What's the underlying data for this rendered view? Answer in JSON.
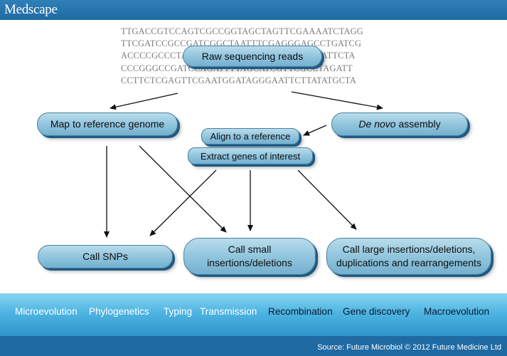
{
  "header": {
    "logo": "Medscape"
  },
  "sequences": [
    "TTGACCGTCCAGTCGCCGGTAGCTAGTTCGAAAATCTAGG",
    "TTCGATCCGCCGATCGGCTAATTTCGAGGGAGCCTGATCG",
    "ACCCCGCCCTAGCTAGCTAGCTAGGCTAGGGCGATTCTA",
    "CCCGGGCCGATCCAGATTTTAGCATCGTTCGCCTAGATT",
    "CCTTCTCGAGTTCGAATGGATAGGGAATTCTTATATGCTA"
  ],
  "nodes": {
    "raw_reads": "Raw sequencing reads",
    "map_reference": "Map to reference genome",
    "de_novo_italic": "De novo",
    "de_novo_rest": " assembly",
    "align_reference": "Align to a reference",
    "extract_genes": "Extract genes of interest",
    "call_snps": "Call SNPs",
    "call_small_line1": "Call small",
    "call_small_line2": "insertions/deletions",
    "call_large_line1": "Call large insertions/deletions,",
    "call_large_line2": "duplications and rearrangements"
  },
  "applications": [
    {
      "label": "Microevolution",
      "color": "#ffffff"
    },
    {
      "label": "Phylogenetics",
      "color": "#ffffff"
    },
    {
      "label": "Typing",
      "color": "#ffffff"
    },
    {
      "label": "Transmission",
      "color": "#ffffff"
    },
    {
      "label": "Recombination",
      "color": "#0a1a33"
    },
    {
      "label": "Gene discovery",
      "color": "#0a1a33"
    },
    {
      "label": "Macroevolution",
      "color": "#0a1a33"
    }
  ],
  "footer": {
    "source": "Source: Future Microbiol © 2012 Future Medicine Ltd"
  }
}
